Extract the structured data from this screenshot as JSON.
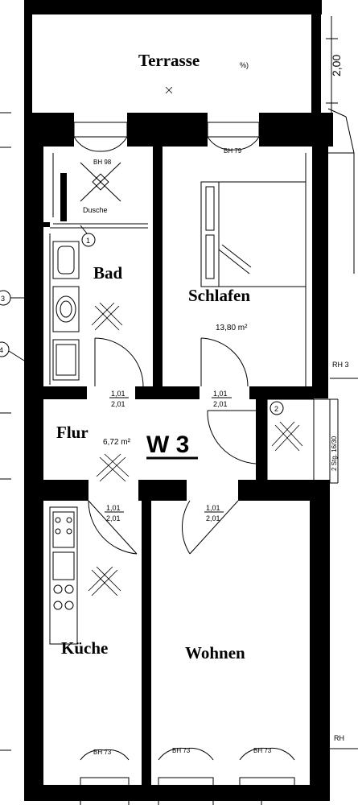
{
  "rooms": {
    "terrasse": "Terrasse",
    "bad": "Bad",
    "schlafen": "Schlafen",
    "flur": "Flur",
    "kueche": "Küche",
    "wohnen": "Wohnen"
  },
  "areas": {
    "schlafen": "13,80 m²",
    "flur": "6,72 m²"
  },
  "unit_label": "W 3",
  "fixtures": {
    "dusche": "Dusche",
    "stair_note": "2 Stg. 16/30",
    "terrace_mark": "%)"
  },
  "dimensions": {
    "terrace_depth": "2,00"
  },
  "door_labels": {
    "top": "1,01",
    "bottom": "2,01"
  },
  "window_labels": {
    "bad": "BH 98",
    "schlafen": "BH 79",
    "kueche": "BH 73",
    "wohnen_left": "BH 73",
    "wohnen_right": "BH 73"
  },
  "markers": {
    "circle_1": "1",
    "circle_2": "2",
    "axis_3": "3",
    "axis_4": "4"
  },
  "edge_labels": {
    "rh_top": "RH 3",
    "rh_bottom": "RH"
  }
}
